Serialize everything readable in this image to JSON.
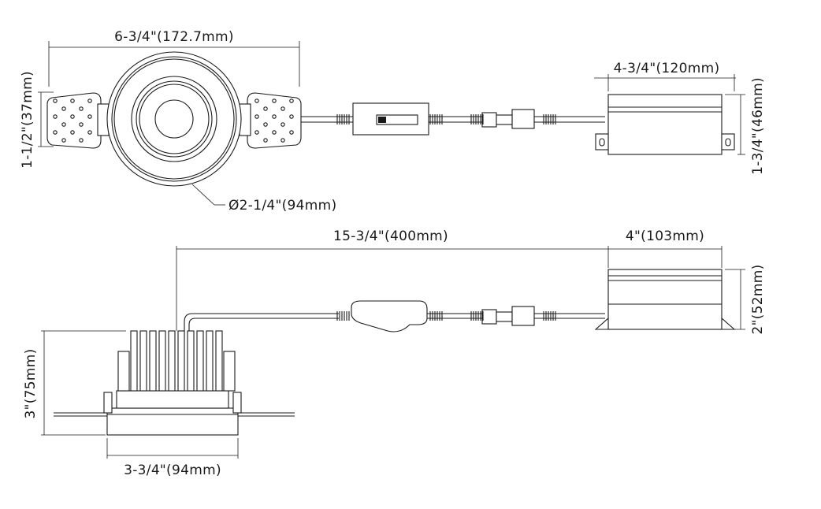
{
  "dimensions": {
    "top_width": "6-3/4\"(172.7mm)",
    "top_height": "1-1/2\"(37mm)",
    "top_diameter": "Ø2-1/4\"(94mm)",
    "driver_top_width": "4-3/4\"(120mm)",
    "driver_top_height": "1-3/4\"(46mm)",
    "cable_length": "15-3/4\"(400mm)",
    "driver_side_width": "4\"(103mm)",
    "driver_side_height": "2\"(52mm)",
    "fixture_height": "3\"(75mm)",
    "fixture_width": "3-3/4\"(94mm)"
  }
}
